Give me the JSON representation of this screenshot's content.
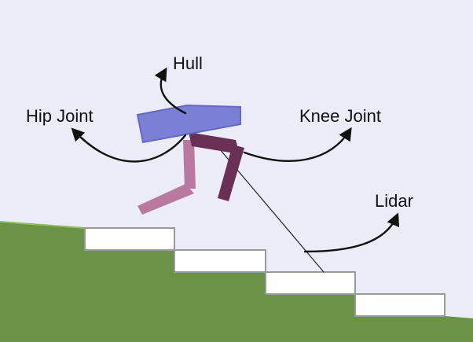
{
  "labels": {
    "hull": "Hull",
    "hip_joint": "Hip Joint",
    "knee_joint": "Knee Joint",
    "lidar": "Lidar"
  },
  "colors": {
    "sky": "#ececf8",
    "ground": "#6b9347",
    "ground_edge": "#8fbf5e",
    "step_fill": "#ffffff",
    "step_stroke": "#9a9a9a",
    "hull": "#7c7fd6",
    "hull_stroke": "#6468c4",
    "front_leg": "#6a2f55",
    "back_leg": "#b9789e",
    "lidar_ray": "#222222",
    "arrow": "#111111"
  }
}
